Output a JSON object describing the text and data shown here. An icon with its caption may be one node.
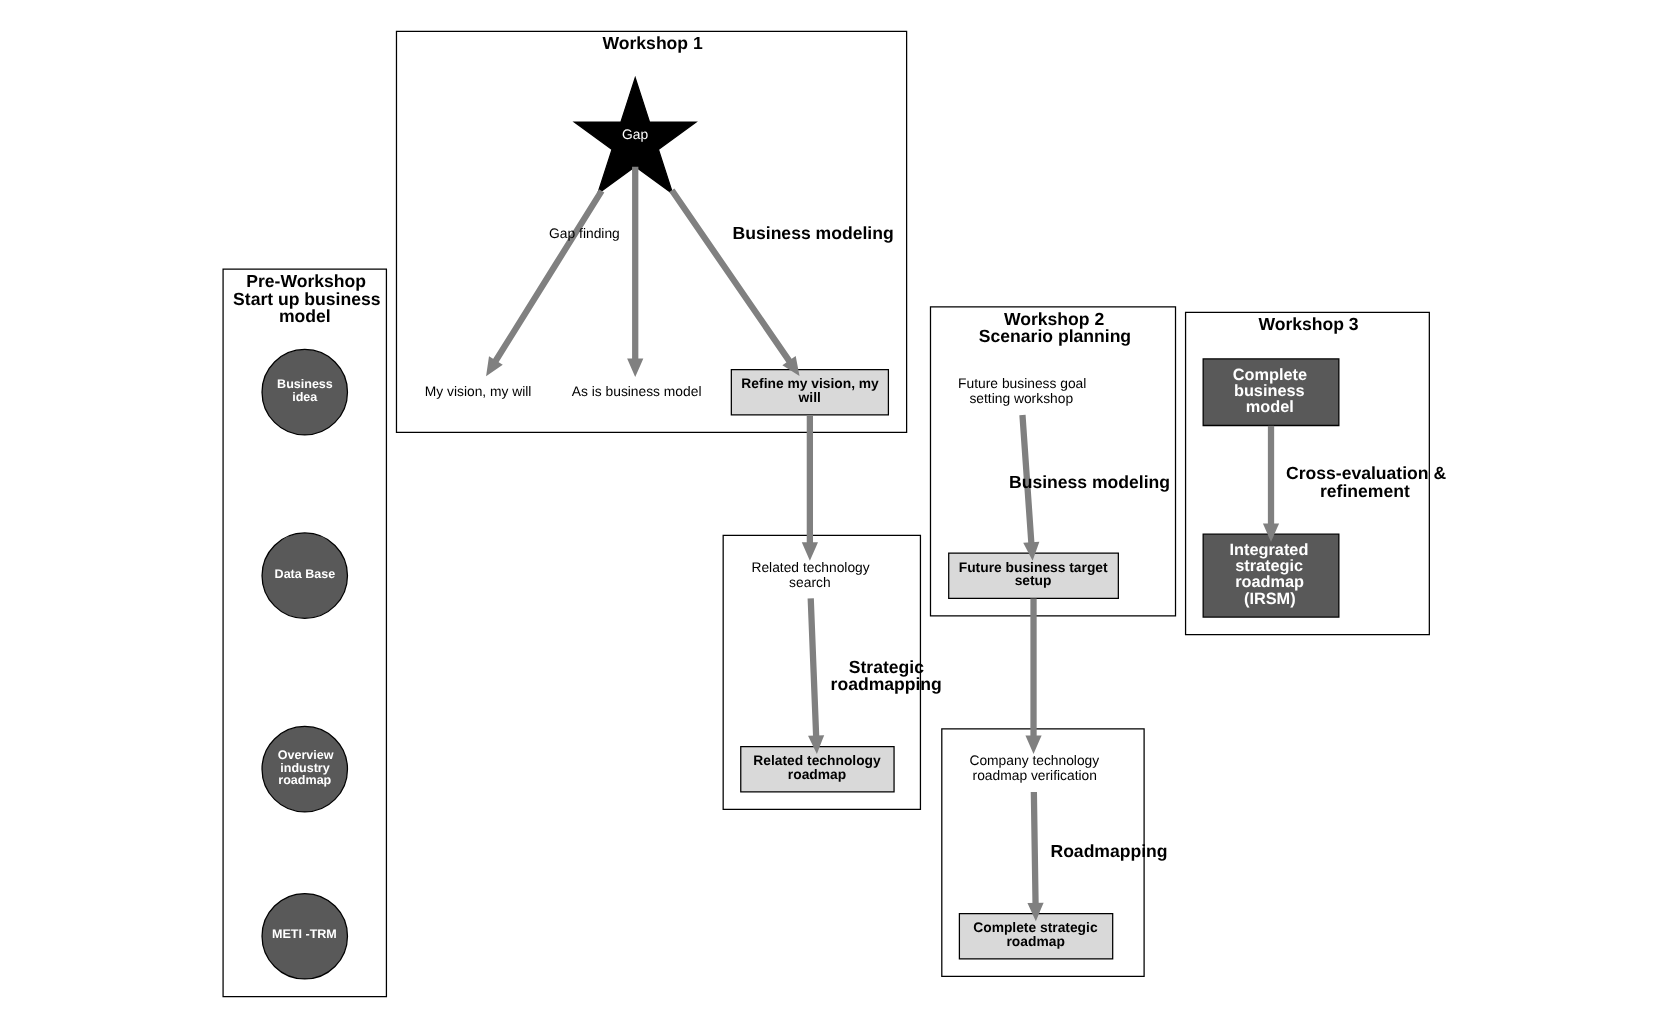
{
  "diagram": {
    "nodes": [
      {
        "text": [
          "Pre-Workshop",
          "Start up business model"
        ]
      },
      {
        "text": [
          "Business idea"
        ],
        "in": 0
      },
      {
        "text": [
          "Data Base"
        ],
        "in": 0
      },
      {
        "text": [
          "Overview industry roadmap"
        ],
        "in": 0
      },
      {
        "text": [
          "METI -TRM"
        ],
        "in": 0
      },
      {
        "text": [
          "Workshop 1"
        ]
      },
      {
        "text": [
          "My vision, my will"
        ],
        "in": 5
      },
      {
        "text": [
          "Gap"
        ],
        "in": 5
      },
      {
        "text": [
          "As is business model"
        ],
        "in": 5
      },
      {
        "text": [
          "Refine my vision, my will"
        ],
        "in": 5
      },
      {
        "text": [],
        "shape": "box"
      },
      {
        "text": [
          "Related technology search"
        ],
        "in": 10
      },
      {
        "text": [
          "Related technology roadmap"
        ],
        "in": 10
      },
      {
        "text": [
          "Workshop 2",
          "Scenario planning"
        ]
      },
      {
        "text": [
          "Future business goal setting workshop"
        ],
        "in": 13
      },
      {
        "text": [
          "Future business target setup"
        ],
        "in": 13
      },
      {
        "text": [],
        "shape": "box"
      },
      {
        "text": [
          "Company technology roadmap verification"
        ],
        "in": 16
      },
      {
        "text": [
          "Complete strategic roadmap"
        ],
        "in": 16
      },
      {
        "text": [
          "Workshop 3"
        ]
      },
      {
        "text": [
          "Complete business model"
        ],
        "in": 19
      },
      {
        "text": [
          "Integrated strategic roadmap (IRSM)"
        ],
        "in": 19
      }
    ],
    "edges": [
      {
        "from": 7,
        "to": 6,
        "arrow": "to",
        "label": "Gap finding"
      },
      {
        "from": 7,
        "to": 8,
        "arrow": "to"
      },
      {
        "from": 7,
        "to": 9,
        "arrow": "to",
        "label": "Business modeling"
      },
      {
        "from": 9,
        "to": 11,
        "arrow": "to"
      },
      {
        "from": 11,
        "to": 12,
        "arrow": "to",
        "label": "Strategic roadmapping"
      },
      {
        "from": 14,
        "to": 15,
        "arrow": "to",
        "label": "Business modeling"
      },
      {
        "from": 15,
        "to": 17,
        "arrow": "to"
      },
      {
        "from": 17,
        "to": 18,
        "arrow": "to",
        "label": "Roadmapping"
      },
      {
        "from": 20,
        "to": 21,
        "arrow": "to",
        "label": "Cross-evaluation & refinement"
      }
    ]
  }
}
